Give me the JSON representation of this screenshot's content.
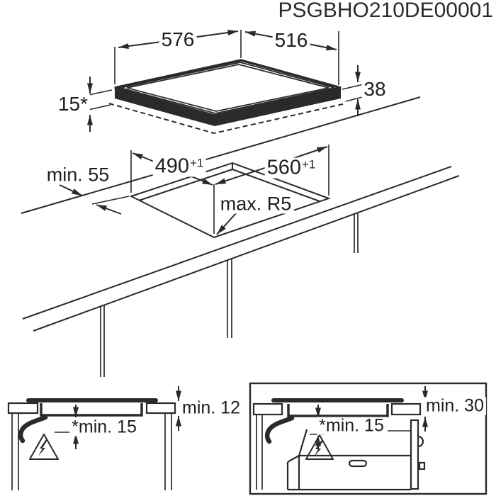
{
  "title": {
    "part_number": "PSGBHO210DE00001"
  },
  "colors": {
    "ink": "#2a2a2a",
    "paper": "#ffffff"
  },
  "hob": {
    "width": "576",
    "depth": "516",
    "lip_height": "15*",
    "body_height": "38"
  },
  "cutout": {
    "depth": "490",
    "depth_tolerance": "+1",
    "width": "560",
    "width_tolerance": "+1",
    "wall_clearance": "min. 55",
    "corner_radius": "max. R5"
  },
  "section_left": {
    "worktop_thickness": "min. 12",
    "bottom_clearance": "*min. 15"
  },
  "section_right": {
    "worktop_thickness": "min. 30",
    "bottom_clearance": "*min. 15"
  }
}
